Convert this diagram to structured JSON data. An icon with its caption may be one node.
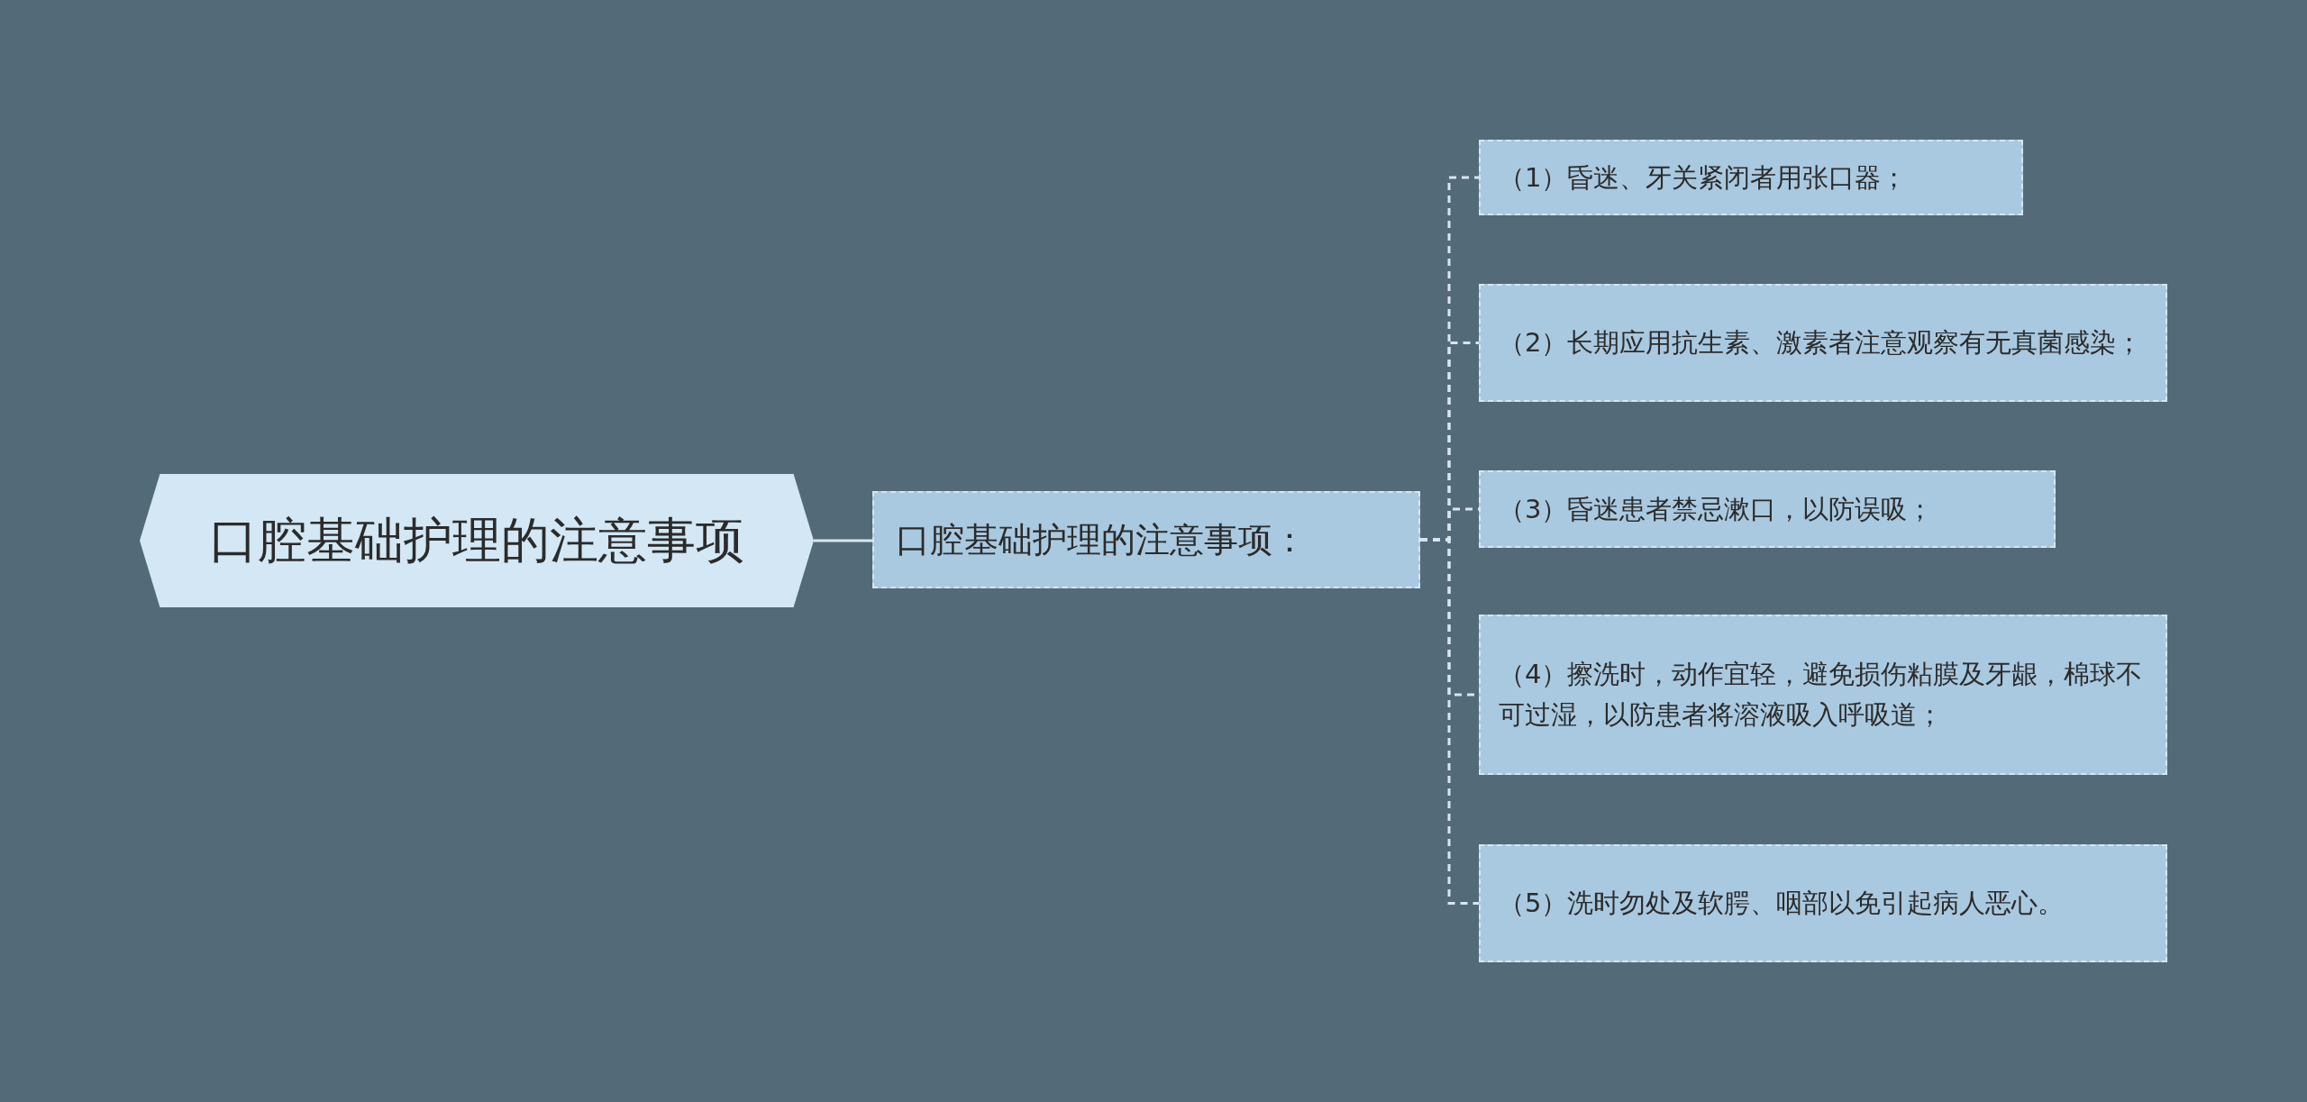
{
  "diagram": {
    "nodes": [
      {
        "text": [
          "口腔基础护理的注意事项"
        ]
      },
      {
        "text": [
          "口腔基础护理的注意事项："
        ]
      },
      {
        "text": [
          "（1）昏迷、牙关紧闭者用张口器；"
        ]
      },
      {
        "text": [
          "（2）长期应用抗生素、激素者注意观察有无真菌感染；"
        ]
      },
      {
        "text": [
          "（3）昏迷患者禁忌漱口，以防误吸；"
        ]
      },
      {
        "text": [
          "（4）擦洗时，动作宜轻，避免损伤粘膜及牙龈，棉球不可过湿，以防患者将溶液吸入呼吸道；"
        ]
      },
      {
        "text": [
          "（5）洗时勿处及软腭、咽部以免引起病人恶心。"
        ]
      }
    ],
    "edges": [
      {
        "from": 0,
        "to": 1,
        "arrow": "none"
      },
      {
        "from": 1,
        "to": 2,
        "arrow": "none",
        "style": "dashed"
      },
      {
        "from": 1,
        "to": 3,
        "arrow": "none",
        "style": "dashed"
      },
      {
        "from": 1,
        "to": 4,
        "arrow": "none",
        "style": "dashed"
      },
      {
        "from": 1,
        "to": 5,
        "arrow": "none",
        "style": "dashed"
      },
      {
        "from": 1,
        "to": 6,
        "arrow": "none",
        "style": "dashed"
      }
    ]
  }
}
